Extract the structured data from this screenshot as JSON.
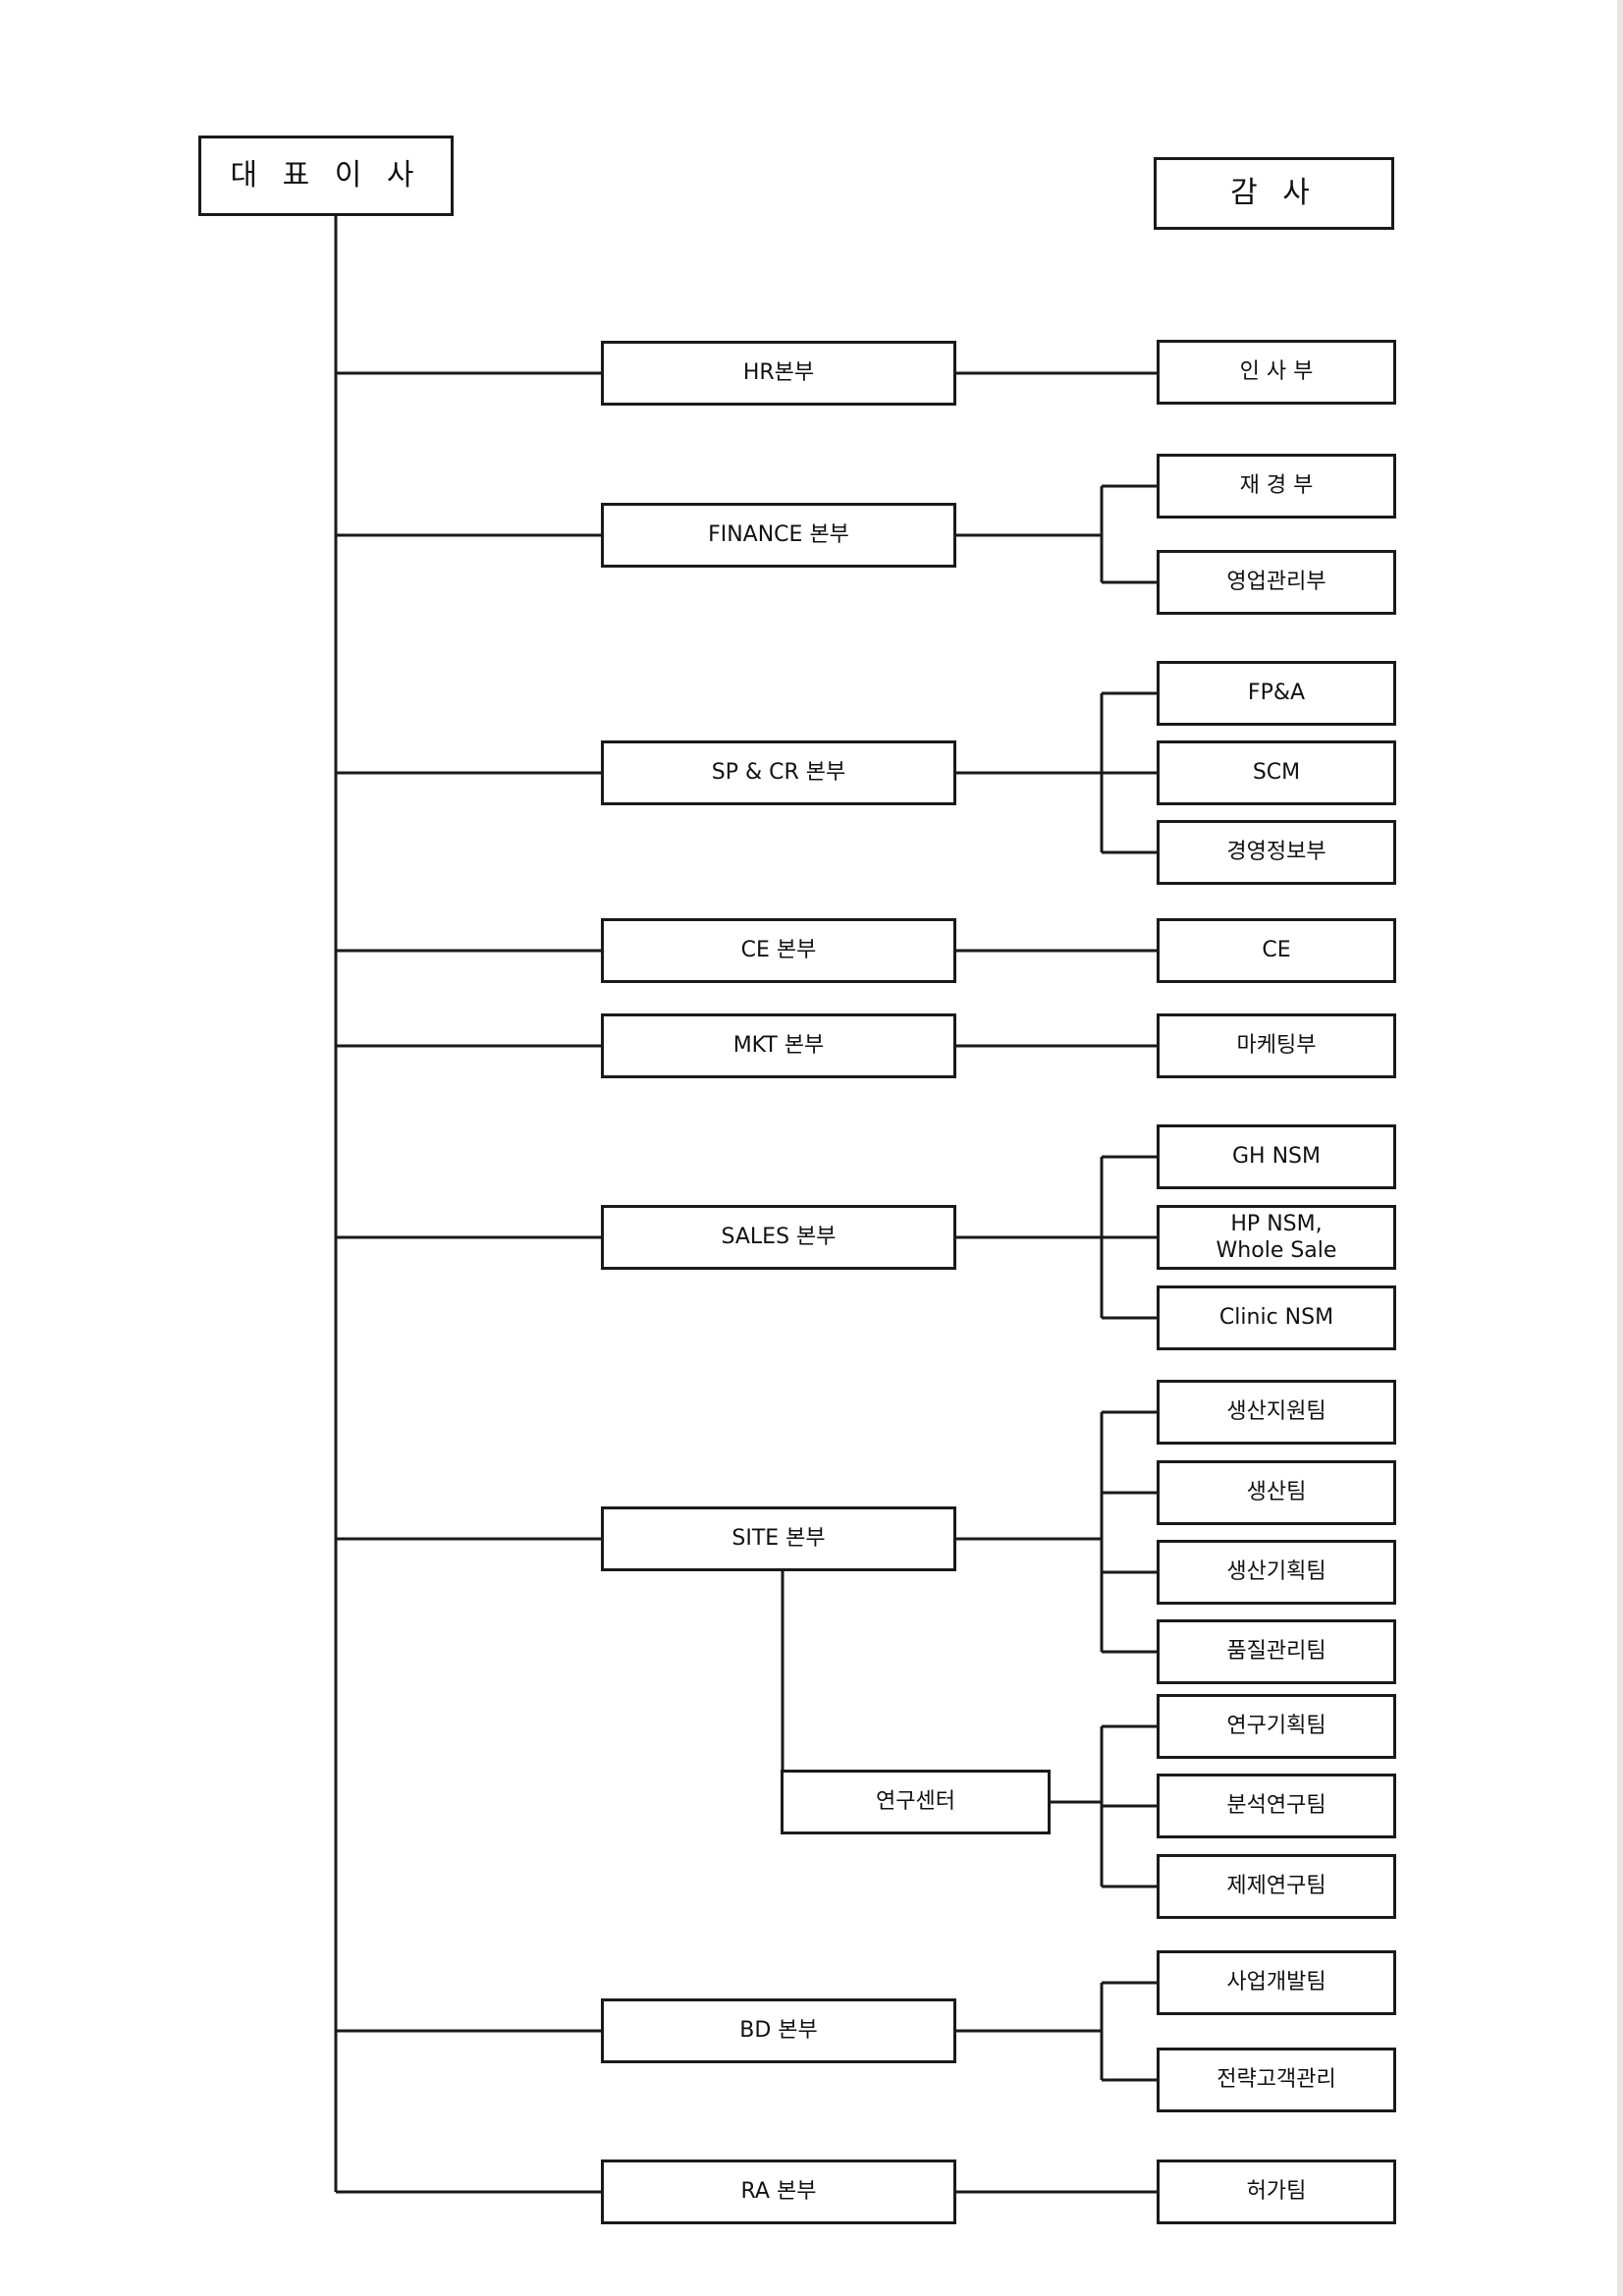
{
  "org": {
    "ceo": "대 표 이 사",
    "auditor": "감 사",
    "divisions": [
      {
        "name": "HR본부",
        "units": [
          "인 사 부"
        ]
      },
      {
        "name": "FINANCE  본부",
        "units": [
          "재 경 부",
          "영업관리부"
        ]
      },
      {
        "name": "SP & CR 본부",
        "units": [
          "FP&A",
          "SCM",
          "경영정보부"
        ]
      },
      {
        "name": "CE 본부",
        "units": [
          "CE"
        ]
      },
      {
        "name": "MKT 본부",
        "units": [
          "마케팅부"
        ]
      },
      {
        "name": "SALES 본부",
        "units": [
          "GH NSM",
          "HP NSM,\nWhole Sale",
          "Clinic NSM"
        ]
      },
      {
        "name": "SITE 본부",
        "units": [
          "생산지원팀",
          "생산팀",
          "생산기획팀",
          "품질관리팀"
        ],
        "sub": {
          "name": "연구센터",
          "units": [
            "연구기획팀",
            "분석연구팀",
            "제제연구팀"
          ]
        }
      },
      {
        "name": "BD 본부",
        "units": [
          "사업개발팀",
          "전략고객관리"
        ]
      },
      {
        "name": "RA 본부",
        "units": [
          "허가팀"
        ]
      }
    ]
  }
}
